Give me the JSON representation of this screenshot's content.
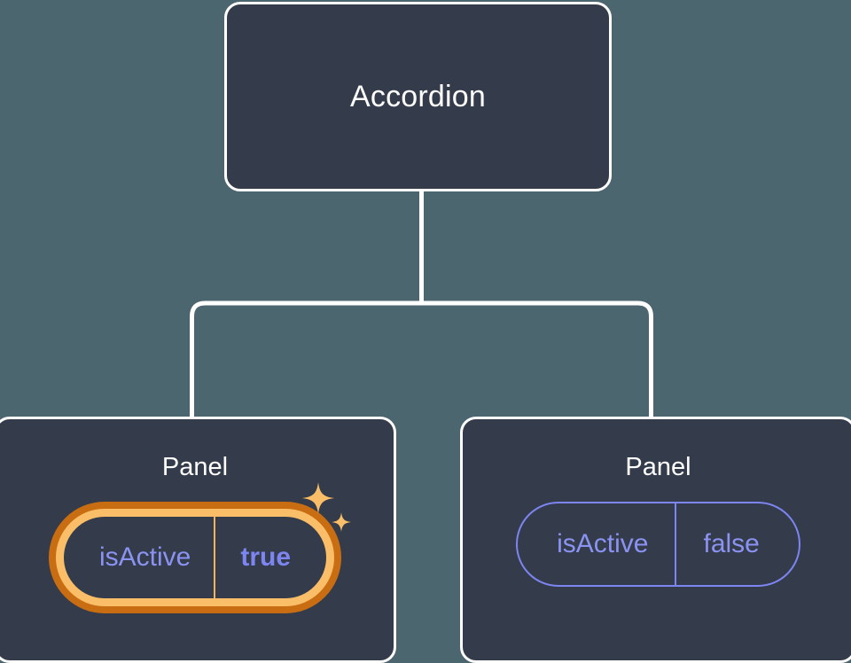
{
  "theme": {
    "background": "#4c6670",
    "card_fill": "#343b4a",
    "card_border": "#ffffff",
    "connector": "#ffffff",
    "prop_text": "#8b93f2",
    "prop_border": "#7c85f0",
    "highlight_outer": "#c96d12",
    "highlight_band": "#fbbe68",
    "sparkle": "#fbbe68"
  },
  "tree": {
    "root": {
      "label": "Accordion"
    },
    "children": [
      {
        "label": "Panel",
        "highlighted": true,
        "prop": {
          "key": "isActive",
          "value": "true"
        },
        "sparkle_icon": "sparkles-icon"
      },
      {
        "label": "Panel",
        "highlighted": false,
        "prop": {
          "key": "isActive",
          "value": "false"
        }
      }
    ]
  }
}
